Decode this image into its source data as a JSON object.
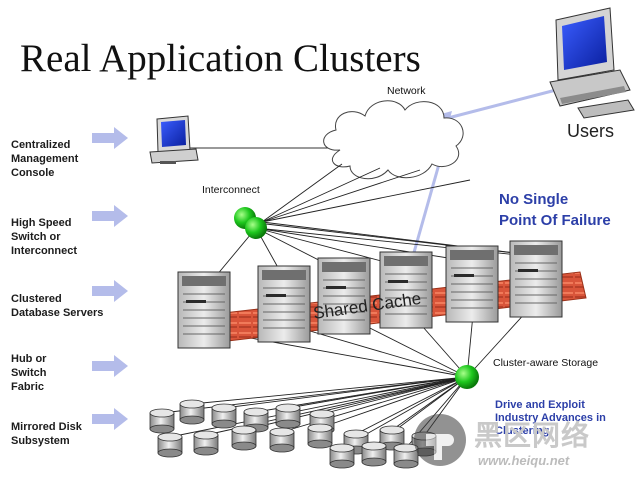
{
  "title": "Real Application Clusters",
  "labels": {
    "network": "Network",
    "users": "Users",
    "interconnect": "Interconnect",
    "no_single_point": [
      "No Single",
      "Point Of Failure"
    ],
    "shared_cache": "Shared Cache",
    "cluster_storage": "Cluster-aware Storage",
    "drive_exploit": [
      "Drive and Exploit",
      "Industry Advances in",
      "Clustering"
    ]
  },
  "left_labels": [
    [
      "Centralized",
      "Management",
      "Console"
    ],
    [
      "High Speed",
      "Switch or",
      "Interconnect"
    ],
    [
      "Clustered",
      "Database Servers"
    ],
    [
      "Hub or",
      "Switch",
      "Fabric"
    ],
    [
      "Mirrored Disk",
      "Subsystem"
    ]
  ],
  "watermark": {
    "text_cn": "黑区网络",
    "url": "www.heiqu.net"
  },
  "colors": {
    "accent_blue": "#2c3fa8",
    "arrow": "#b4bcea",
    "node_green": "#1ec81e",
    "cache_red": "#d44a2e"
  },
  "icons": [
    "desktop-computer-icon",
    "cloud-icon",
    "network-switch-icon",
    "server-icon",
    "disk-icon",
    "wrench-logo-icon"
  ]
}
